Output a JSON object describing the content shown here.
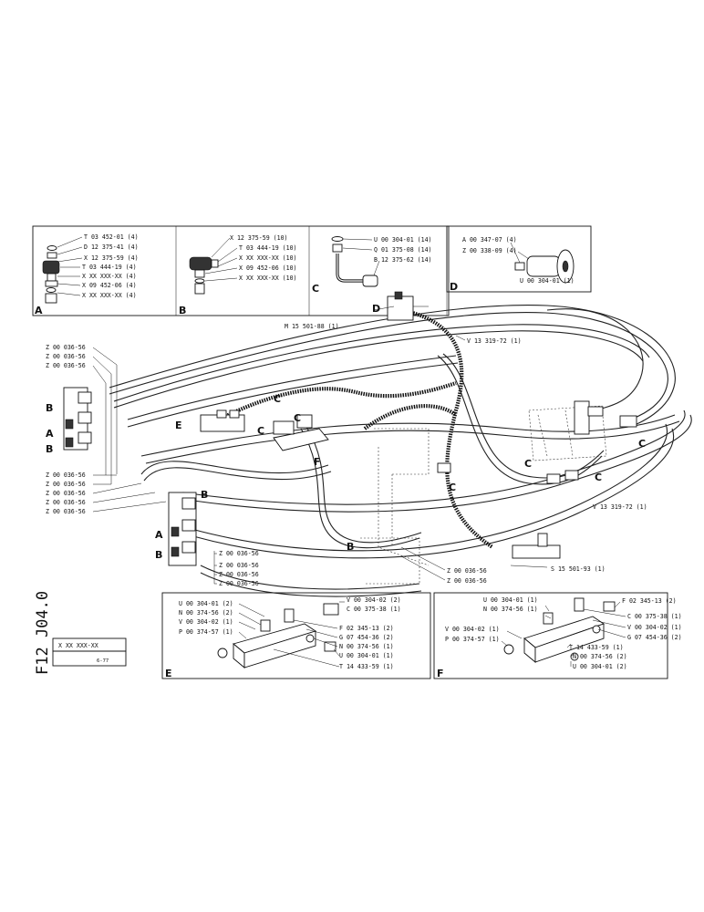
{
  "sheet": {
    "code": "F12 J04.0",
    "stamp": "X XX XXX-XX",
    "date": "6-77"
  },
  "insets": {
    "A": {
      "letter": "A",
      "parts": [
        "T 03 452-01 (4)",
        "D 12 375-41 (4)",
        "X 12 375-59 (4)",
        "T 03 444-19 (4)",
        "X XX XXX-XX (4)",
        "X 09 452-06 (4)",
        "X XX XXX-XX (4)"
      ]
    },
    "B": {
      "letter": "B",
      "parts": [
        "X 12 375-59 (10)",
        "T 03 444-19 (10)",
        "X XX XXX-XX (10)",
        "X 09 452-06 (10)",
        "X XX XXX-XX (10)"
      ]
    },
    "C": {
      "letter": "C",
      "parts": [
        "U 00 304-01 (14)",
        "Q 01 375-08 (14)",
        "B 12 375-62 (14)"
      ]
    },
    "D": {
      "letter": "D",
      "parts": [
        "A 00 347-07 (4)",
        "Z 00 338-09 (4)",
        "U 00 304-01 (1)"
      ]
    },
    "E": {
      "letter": "E",
      "parts": [
        "U 00 304-01 (2)",
        "N 00 374-56 (2)",
        "V 00 304-02 (1)",
        "P 00 374-57 (1)",
        "V 00 304-02 (2)",
        "C 00 375-38 (1)",
        "F 02 345-13 (2)",
        "G 07 454-36 (2)",
        "N 00 374-56 (1)",
        "U 00 304-01 (1)",
        "T 14 433-59 (1)"
      ]
    },
    "F": {
      "letter": "F",
      "parts": [
        "U 00 304-01 (1)",
        "N 00 374-56 (1)",
        "F 02 345-13 (2)",
        "C 00 375-38 (1)",
        "V 00 304-02 (1)",
        "G 07 454-36 (2)",
        "V 00 304-02 (1)",
        "P 00 374-57 (1)",
        "T 14 433-59 (1)",
        "N 00 374-56 (2)",
        "U 00 304-01 (2)"
      ]
    }
  },
  "main": {
    "hose_label": "Z 00 036-56",
    "valve_label": "M 15 501-88 (1)",
    "hose_upper": "V 13 319-72 (1)",
    "hose_lower": "V 13 319-72 (1)",
    "valve_right": "S 15 501-93 (1)",
    "letter_A": "A",
    "letter_B": "B",
    "letter_C": "C",
    "letter_D": "D",
    "letter_E": "E",
    "letter_F": "F"
  }
}
